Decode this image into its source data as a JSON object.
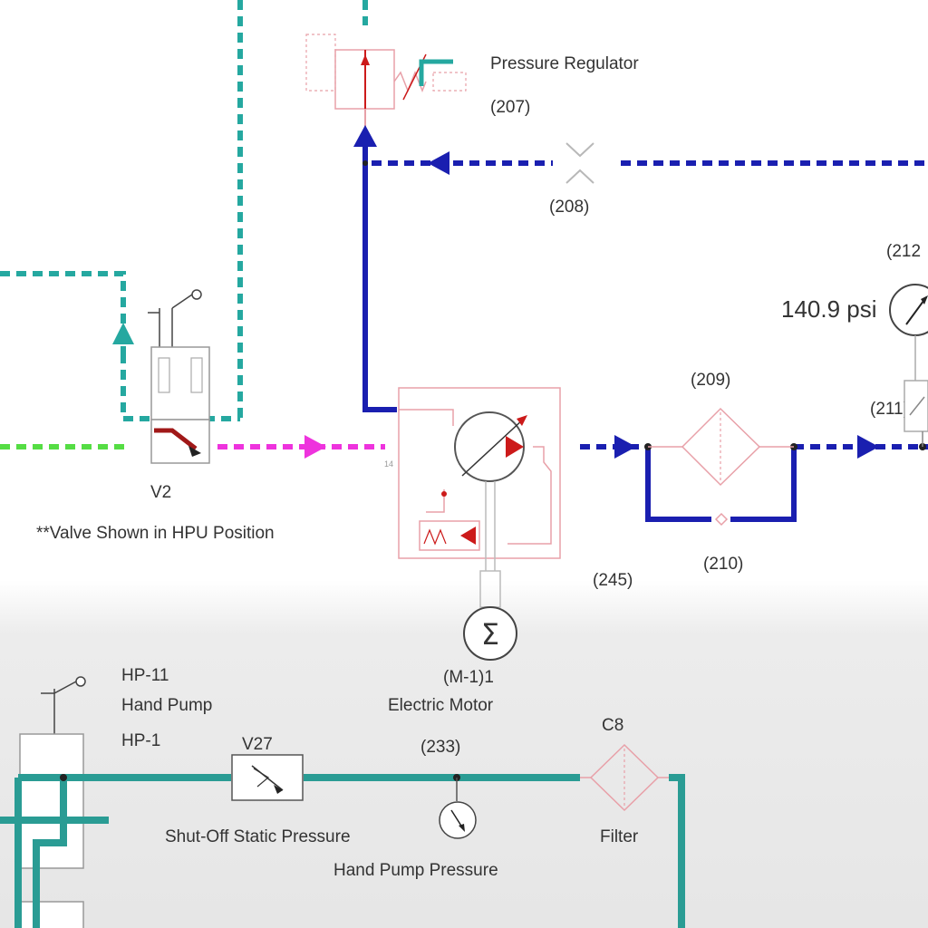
{
  "colors": {
    "pressure_blue": "#1a1fb0",
    "return_teal": "#25a8a0",
    "suction_green": "#55dd44",
    "magenta": "#ee33dd",
    "component_pink": "#e8a0a8",
    "handpump_teal": "#2a9c94",
    "arrow_red": "#cc1a1a"
  },
  "labels": {
    "pressure_regulator": "Pressure Regulator",
    "id_207": "(207)",
    "id_208": "(208)",
    "id_212": "(212",
    "gauge_reading": "140.9 psi",
    "id_209": "(209)",
    "id_211": "(211)",
    "id_210": "(210)",
    "id_245": "(245)",
    "v2": "V2",
    "valve_note": "**Valve Shown in HPU Position",
    "motor_id": "(M-1)1",
    "motor_name": "Electric Motor",
    "motor_symbol": "Σ",
    "hp11": "HP-11",
    "hand_pump": "Hand Pump",
    "hp1": "HP-1",
    "v27": "V27",
    "id_233": "(233)",
    "c8": "C8",
    "shutoff": "Shut-Off Static Pressure",
    "hand_pump_pressure": "Hand Pump Pressure",
    "filter": "Filter"
  }
}
